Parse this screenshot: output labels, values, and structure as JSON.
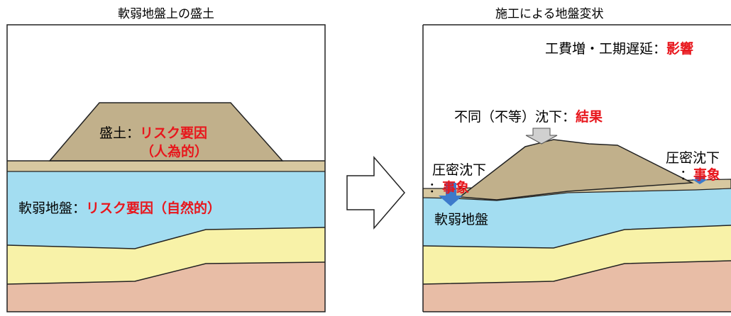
{
  "left_panel": {
    "title": "軟弱地盤上の盛土",
    "embankment_label": "盛土",
    "separator": "：",
    "embankment_risk": "リスク要因",
    "embankment_risk_sub": "（人為的）",
    "ground_label": "軟弱地盤",
    "ground_risk": "リスク要因（自然的）"
  },
  "right_panel": {
    "title": "施工による地盤変状",
    "impact_text": "工費増・工期遅延",
    "impact_label": "影響",
    "differential_text": "不同（不等）沈下",
    "differential_label": "結果",
    "consolidation_left_text": "圧密沈下",
    "consolidation_left_label": "事象",
    "consolidation_right_text": "圧密沈下",
    "consolidation_right_label": "事象",
    "ground_label": "軟弱地盤"
  },
  "colors": {
    "fill": "#d7c8a0",
    "soft_ground": "#a3ddf1",
    "sand": "#f8f2a8",
    "bedrock": "#e8bda6",
    "embankment": "#c1b08b",
    "risk_red": "#e8161c",
    "arrow_blue": "#3d7acb",
    "arrow_gray": "#d0d0d0"
  }
}
